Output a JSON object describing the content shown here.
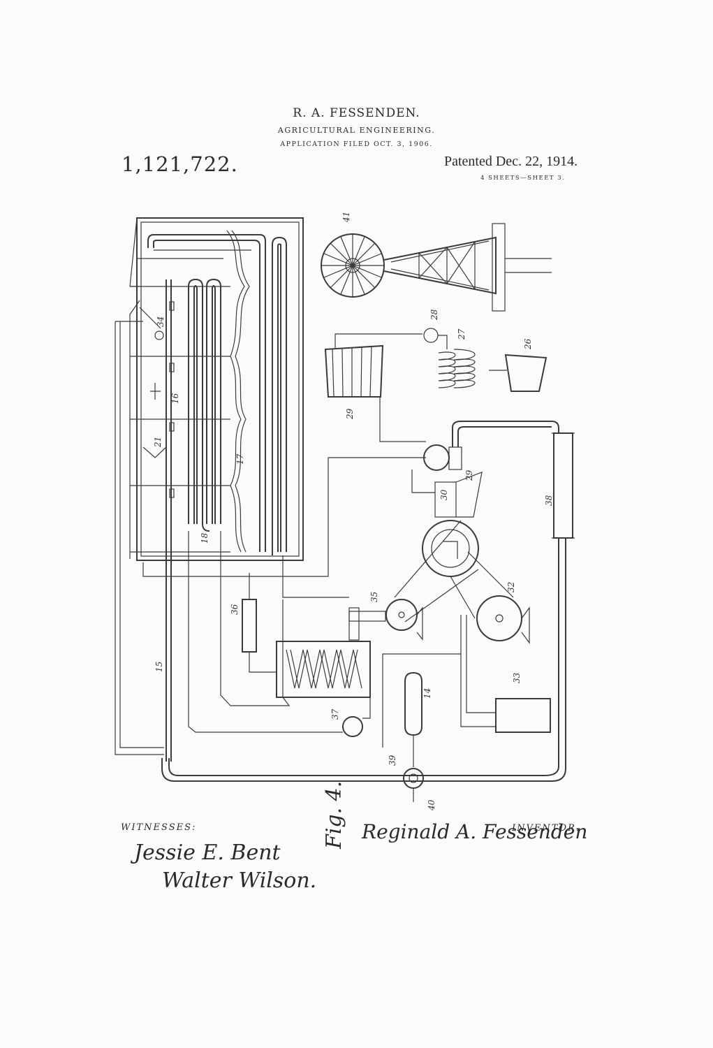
{
  "header": {
    "inventor": "R. A. FESSENDEN.",
    "title": "AGRICULTURAL ENGINEERING.",
    "application": "APPLICATION FILED OCT. 3, 1906.",
    "patent_number": "1,121,722.",
    "patent_date": "Patented Dec. 22, 1914.",
    "sheets": "4 SHEETS—SHEET 3."
  },
  "figure": {
    "label": "Fig. 4.",
    "refs": [
      "41",
      "28",
      "27",
      "26",
      "29",
      "29",
      "30",
      "38",
      "32",
      "35",
      "36",
      "37",
      "14",
      "33",
      "39",
      "40",
      "15",
      "17",
      "18",
      "21",
      "16",
      "34"
    ]
  },
  "footer": {
    "witnesses_label": "WITNESSES:",
    "witness_1": "Jessie E. Bent",
    "witness_2": "Walter Wilson.",
    "inventor_label": "INVENTOR.",
    "inventor_signature": "Reginald A. Fessenden"
  }
}
